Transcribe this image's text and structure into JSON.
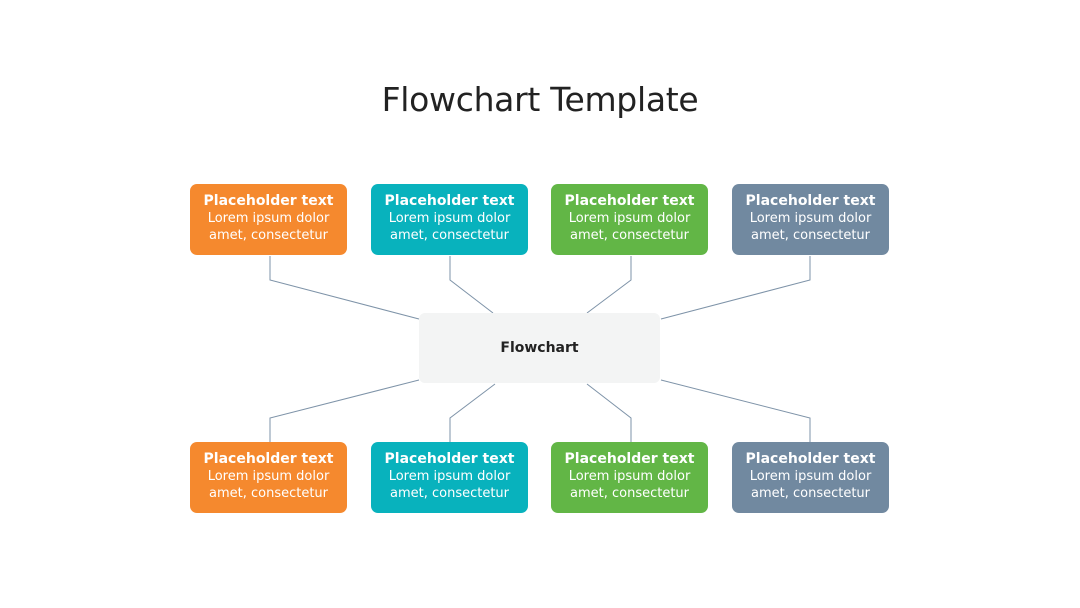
{
  "title": "Flowchart Template",
  "center": {
    "label": "Flowchart"
  },
  "colors": {
    "orange": "#f5892e",
    "teal": "#08b2bd",
    "green": "#62b646",
    "slate": "#7189a0",
    "center_fill": "#f3f4f4",
    "connector": "#7e93a8"
  },
  "top_nodes": [
    {
      "title": "Placeholder text",
      "body": "Lorem ipsum dolor amet, consectetur",
      "color": "orange"
    },
    {
      "title": "Placeholder text",
      "body": "Lorem ipsum dolor amet, consectetur",
      "color": "teal"
    },
    {
      "title": "Placeholder text",
      "body": "Lorem ipsum dolor amet, consectetur",
      "color": "green"
    },
    {
      "title": "Placeholder text",
      "body": "Lorem ipsum dolor amet, consectetur",
      "color": "slate"
    }
  ],
  "bottom_nodes": [
    {
      "title": "Placeholder text",
      "body": "Lorem ipsum dolor amet, consectetur",
      "color": "orange"
    },
    {
      "title": "Placeholder text",
      "body": "Lorem ipsum dolor amet, consectetur",
      "color": "teal"
    },
    {
      "title": "Placeholder text",
      "body": "Lorem ipsum dolor amet, consectetur",
      "color": "green"
    },
    {
      "title": "Placeholder text",
      "body": "Lorem ipsum dolor amet, consectetur",
      "color": "slate"
    }
  ]
}
